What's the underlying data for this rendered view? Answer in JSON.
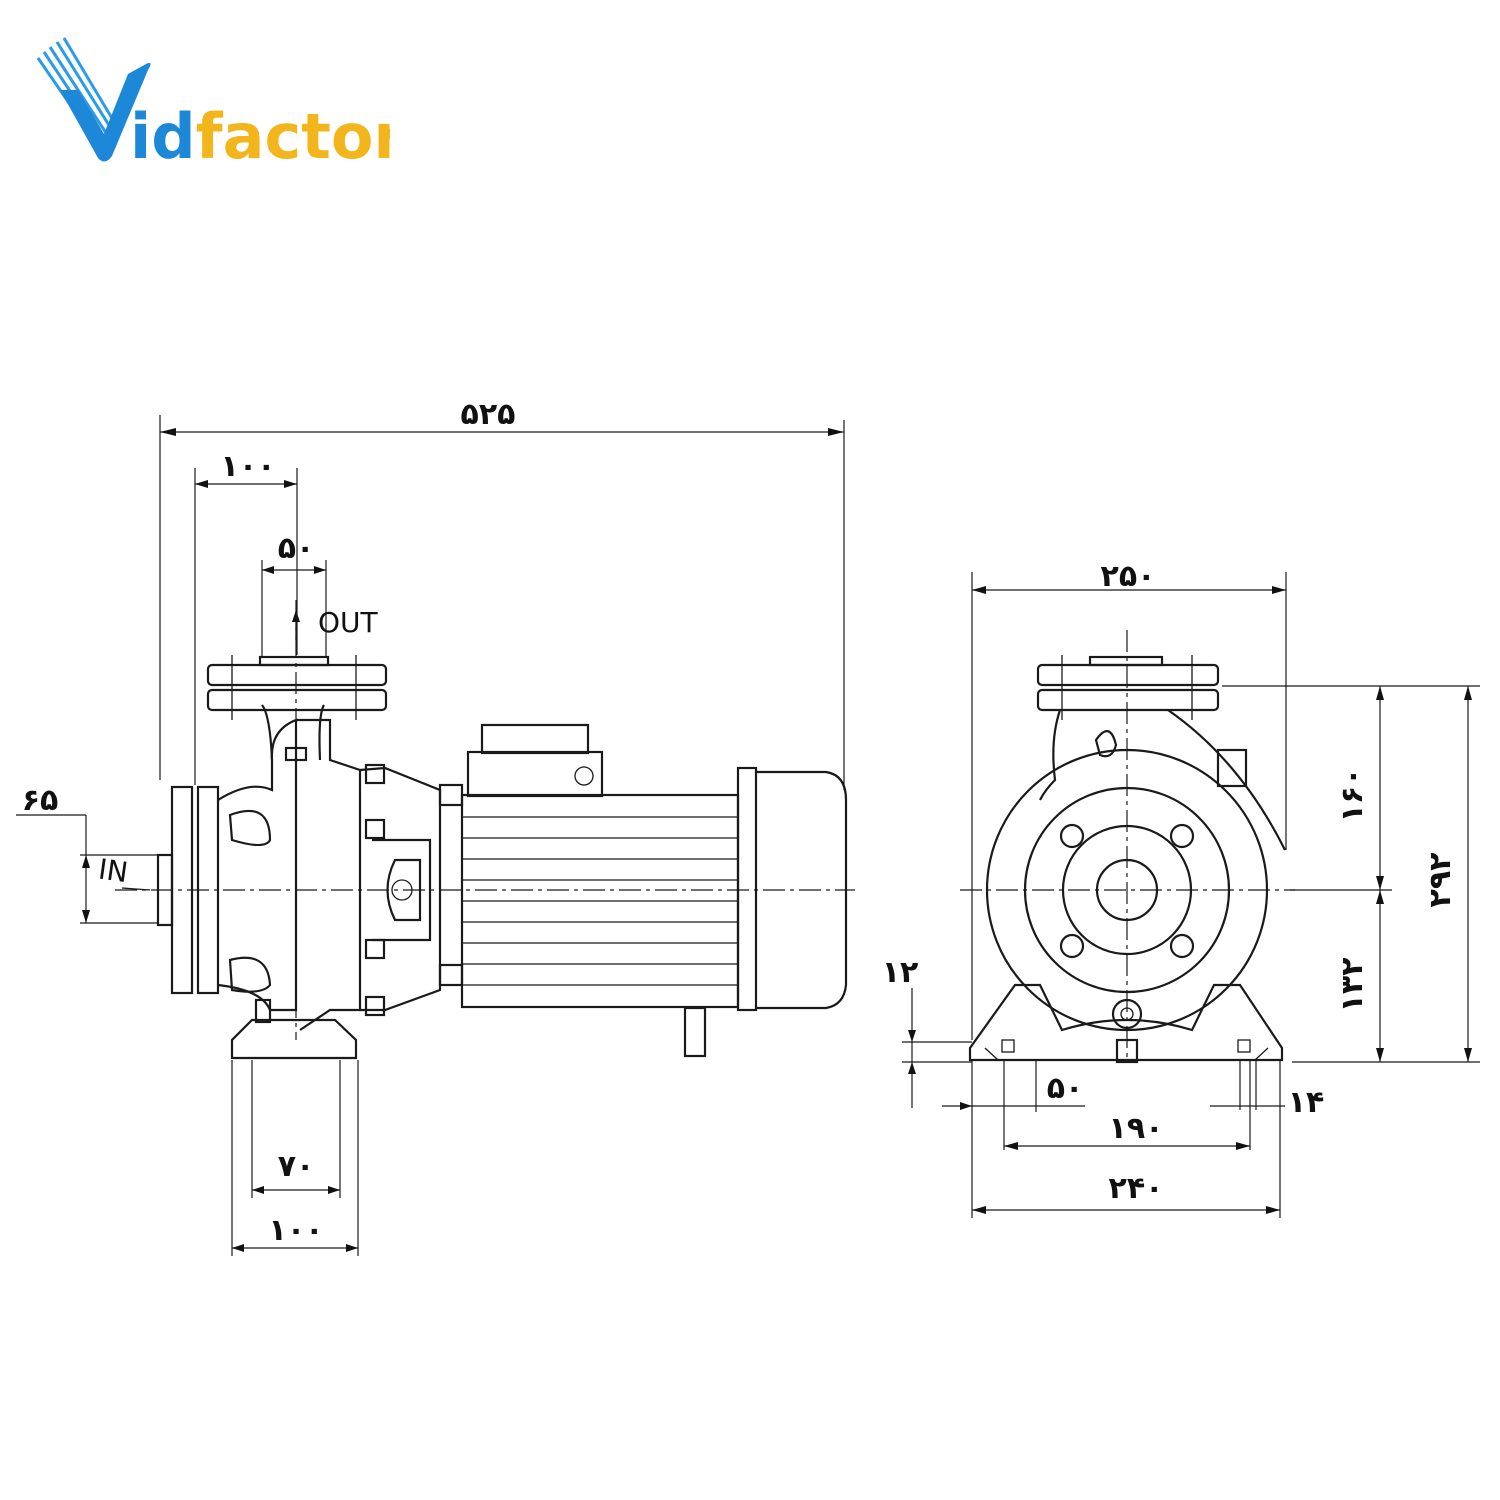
{
  "brand": {
    "name_v": "V",
    "name_rest": "idfactor",
    "blue": "#1e88d8",
    "yellow": "#f2b51c"
  },
  "labels": {
    "out": "OUT",
    "in": "IN"
  },
  "side_view": {
    "overall_length": "۵۲۵",
    "flange_offset": "۱۰۰",
    "outlet_dia": "۵۰",
    "inlet_dia": "۶۵",
    "foot_inner": "۷۰",
    "foot_outer": "۱۰۰"
  },
  "front_view": {
    "overall_width": "۲۵۰",
    "upper_height": "۱۶۰",
    "lower_height": "۱۳۲",
    "total_height": "۲۹۲",
    "base_thickness": "۱۲",
    "foot_width": "۵۰",
    "bolt_spacing": "۱۹۰",
    "base_width": "۲۴۰",
    "hole_dia": "۱۴"
  }
}
